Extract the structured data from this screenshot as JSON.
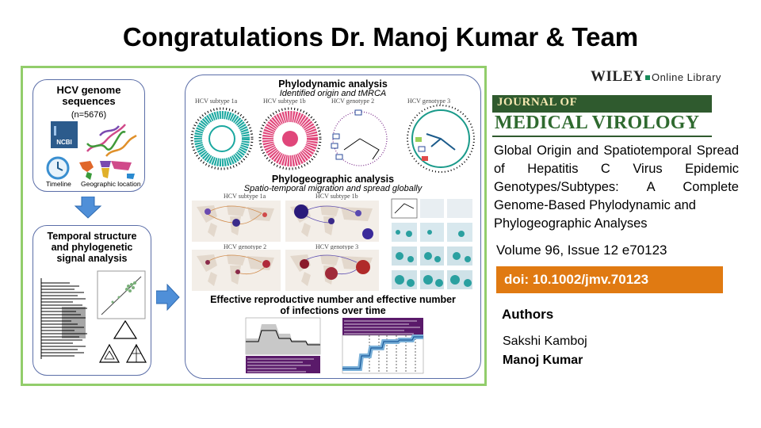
{
  "title": "Congratulations Dr. Manoj Kumar & Team",
  "figure": {
    "panel1": {
      "title_line1": "HCV genome",
      "title_line2": "sequences",
      "count": "(n=5676)",
      "ncbi_label": "NCBI",
      "timeline_label": "Timeline",
      "geo_label": "Geographic location"
    },
    "panel2": {
      "title_line1": "Temporal structure",
      "title_line2": "and phylogenetic",
      "title_line3": "signal analysis"
    },
    "panel3": {
      "phylodynamic_title": "Phylodynamic analysis",
      "phylodynamic_sub": "Identified origin and tMRCA",
      "tree_labels": [
        "HCV subtype 1a",
        "HCV subtype 1b",
        "HCV genotype 2",
        "HCV genotype 3"
      ],
      "phylogeographic_title": "Phylogeographic analysis",
      "phylogeographic_sub": "Spatio-temporal migration and spread globally",
      "map_labels": [
        "HCV subtype 1a",
        "HCV subtype 1b",
        "HCV genotype 2",
        "HCV genotype 3"
      ],
      "re_title_line1": "Effective reproductive number and effective number",
      "re_title_line2": "of infections over time"
    },
    "colors": {
      "border": "#92cd6b",
      "tree_1a": "#1ba8a0",
      "tree_1b": "#e0467a",
      "tree_2": "#7a2a8a",
      "tree_3": "#1a9a8a",
      "arrow": "#4f8fd8"
    }
  },
  "publisher": {
    "wiley": "WILEY",
    "library": "Online Library",
    "journal_line1": "JOURNAL OF",
    "journal_line2": "MEDICAL VIROLOGY"
  },
  "article": {
    "title_main": "Global Origin and Spatiotemporal Spread of Hepatitis C Virus Epidemic Genotypes/Subtypes: A Complete Genome-Based Phylodynamic and",
    "title_last": "Phylogeographic Analyses",
    "volume": "Volume 96, Issue 12 e70123",
    "doi": "doi: 10.1002/jmv.70123",
    "authors_heading": "Authors",
    "authors": [
      "Sakshi Kamboj",
      "Manoj Kumar"
    ]
  }
}
